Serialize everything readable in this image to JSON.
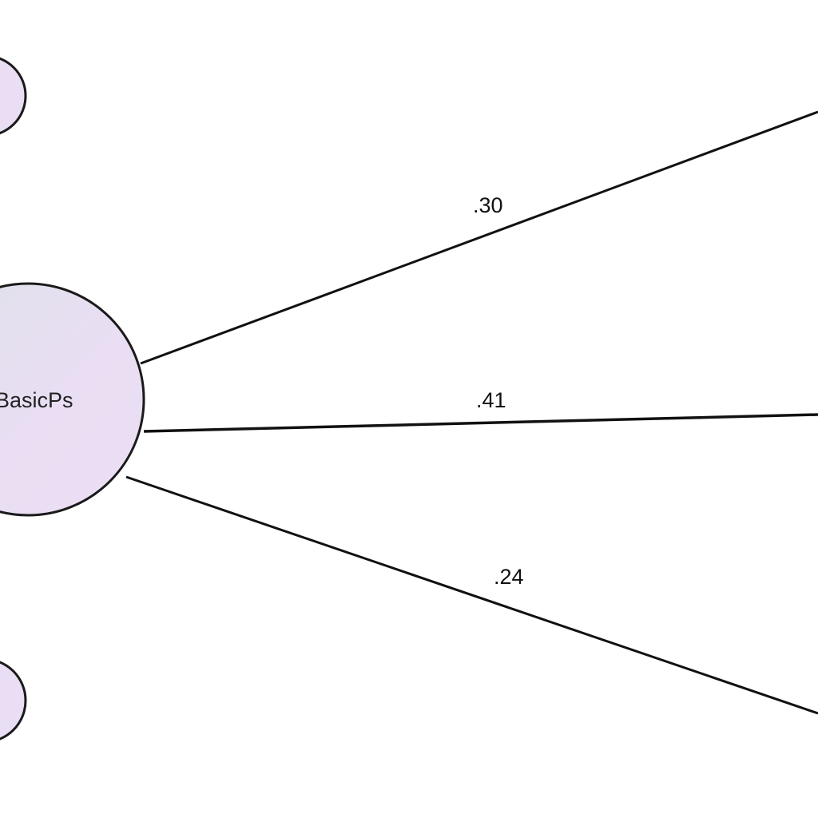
{
  "nodes": {
    "top_left": {
      "label": ""
    },
    "center": {
      "label": "BasicPs"
    },
    "bottom_left": {
      "label": ""
    }
  },
  "edges": [
    {
      "from": "BasicPs",
      "to": "upper-right",
      "label": ".30"
    },
    {
      "from": "BasicPs",
      "to": "right",
      "label": ".41"
    },
    {
      "from": "BasicPs",
      "to": "lower-right",
      "label": ".24"
    }
  ],
  "colors": {
    "node_fill": "#e9def3",
    "node_stroke": "#1a1a1a",
    "edge_stroke": "#111111"
  }
}
